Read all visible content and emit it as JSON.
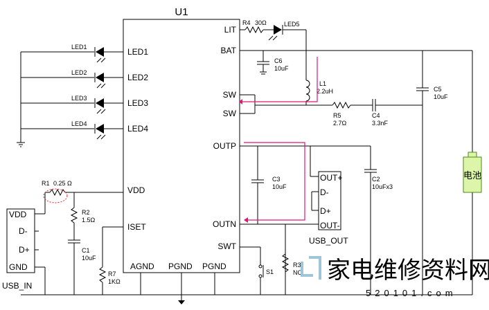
{
  "chip": {
    "title": "U1",
    "pins_left": [
      "LED1",
      "LED2",
      "LED3",
      "LED4",
      "VDD",
      "ISET"
    ],
    "pins_right": [
      "LIT",
      "BAT",
      "SW",
      "SW",
      "OUTP",
      "OUTN",
      "SWT"
    ],
    "pins_bottom": [
      "AGND",
      "PGND",
      "PGND"
    ]
  },
  "leds": [
    "LED1",
    "LED2",
    "LED3",
    "LED4"
  ],
  "components": {
    "r4": {
      "name": "R4",
      "value": "30Ω"
    },
    "led5": {
      "name": "LED5"
    },
    "c6": {
      "name": "C6",
      "value": "10uF"
    },
    "l1": {
      "name": "L1",
      "value": "2.2uH"
    },
    "r5": {
      "name": "R5",
      "value": "2.7Ω"
    },
    "c4": {
      "name": "C4",
      "value": "3.3nF"
    },
    "c5": {
      "name": "C5",
      "value": "10uF"
    },
    "c3": {
      "name": "C3",
      "value": "10uF"
    },
    "c2": {
      "name": "C2",
      "value": "10uFx3"
    },
    "r3": {
      "name": "R3",
      "value": "NC"
    },
    "s1": {
      "name": "S1"
    },
    "r1": {
      "name": "R1",
      "value": "0.25 Ω"
    },
    "r2": {
      "name": "R2",
      "value": "1.5Ω"
    },
    "c1": {
      "name": "C1",
      "value": "10uF"
    },
    "r7": {
      "name": "R7",
      "value": "1KΩ"
    }
  },
  "usb_in": {
    "title": "USB_IN",
    "pins": [
      "VDD",
      "D-",
      "D+",
      "GND"
    ]
  },
  "usb_out": {
    "title": "USB_OUT",
    "pins": [
      "OUT+",
      "D-",
      "D+",
      "OUT-"
    ]
  },
  "battery": {
    "label": "电池"
  },
  "watermark": {
    "text": "家电维修资料网",
    "url": "520101.com"
  },
  "colors": {
    "current_path": "#e0147a",
    "battery_fill": "#dcf5a8",
    "battery_stroke": "#4a8a1a",
    "watermark": "#9fc6d8"
  }
}
